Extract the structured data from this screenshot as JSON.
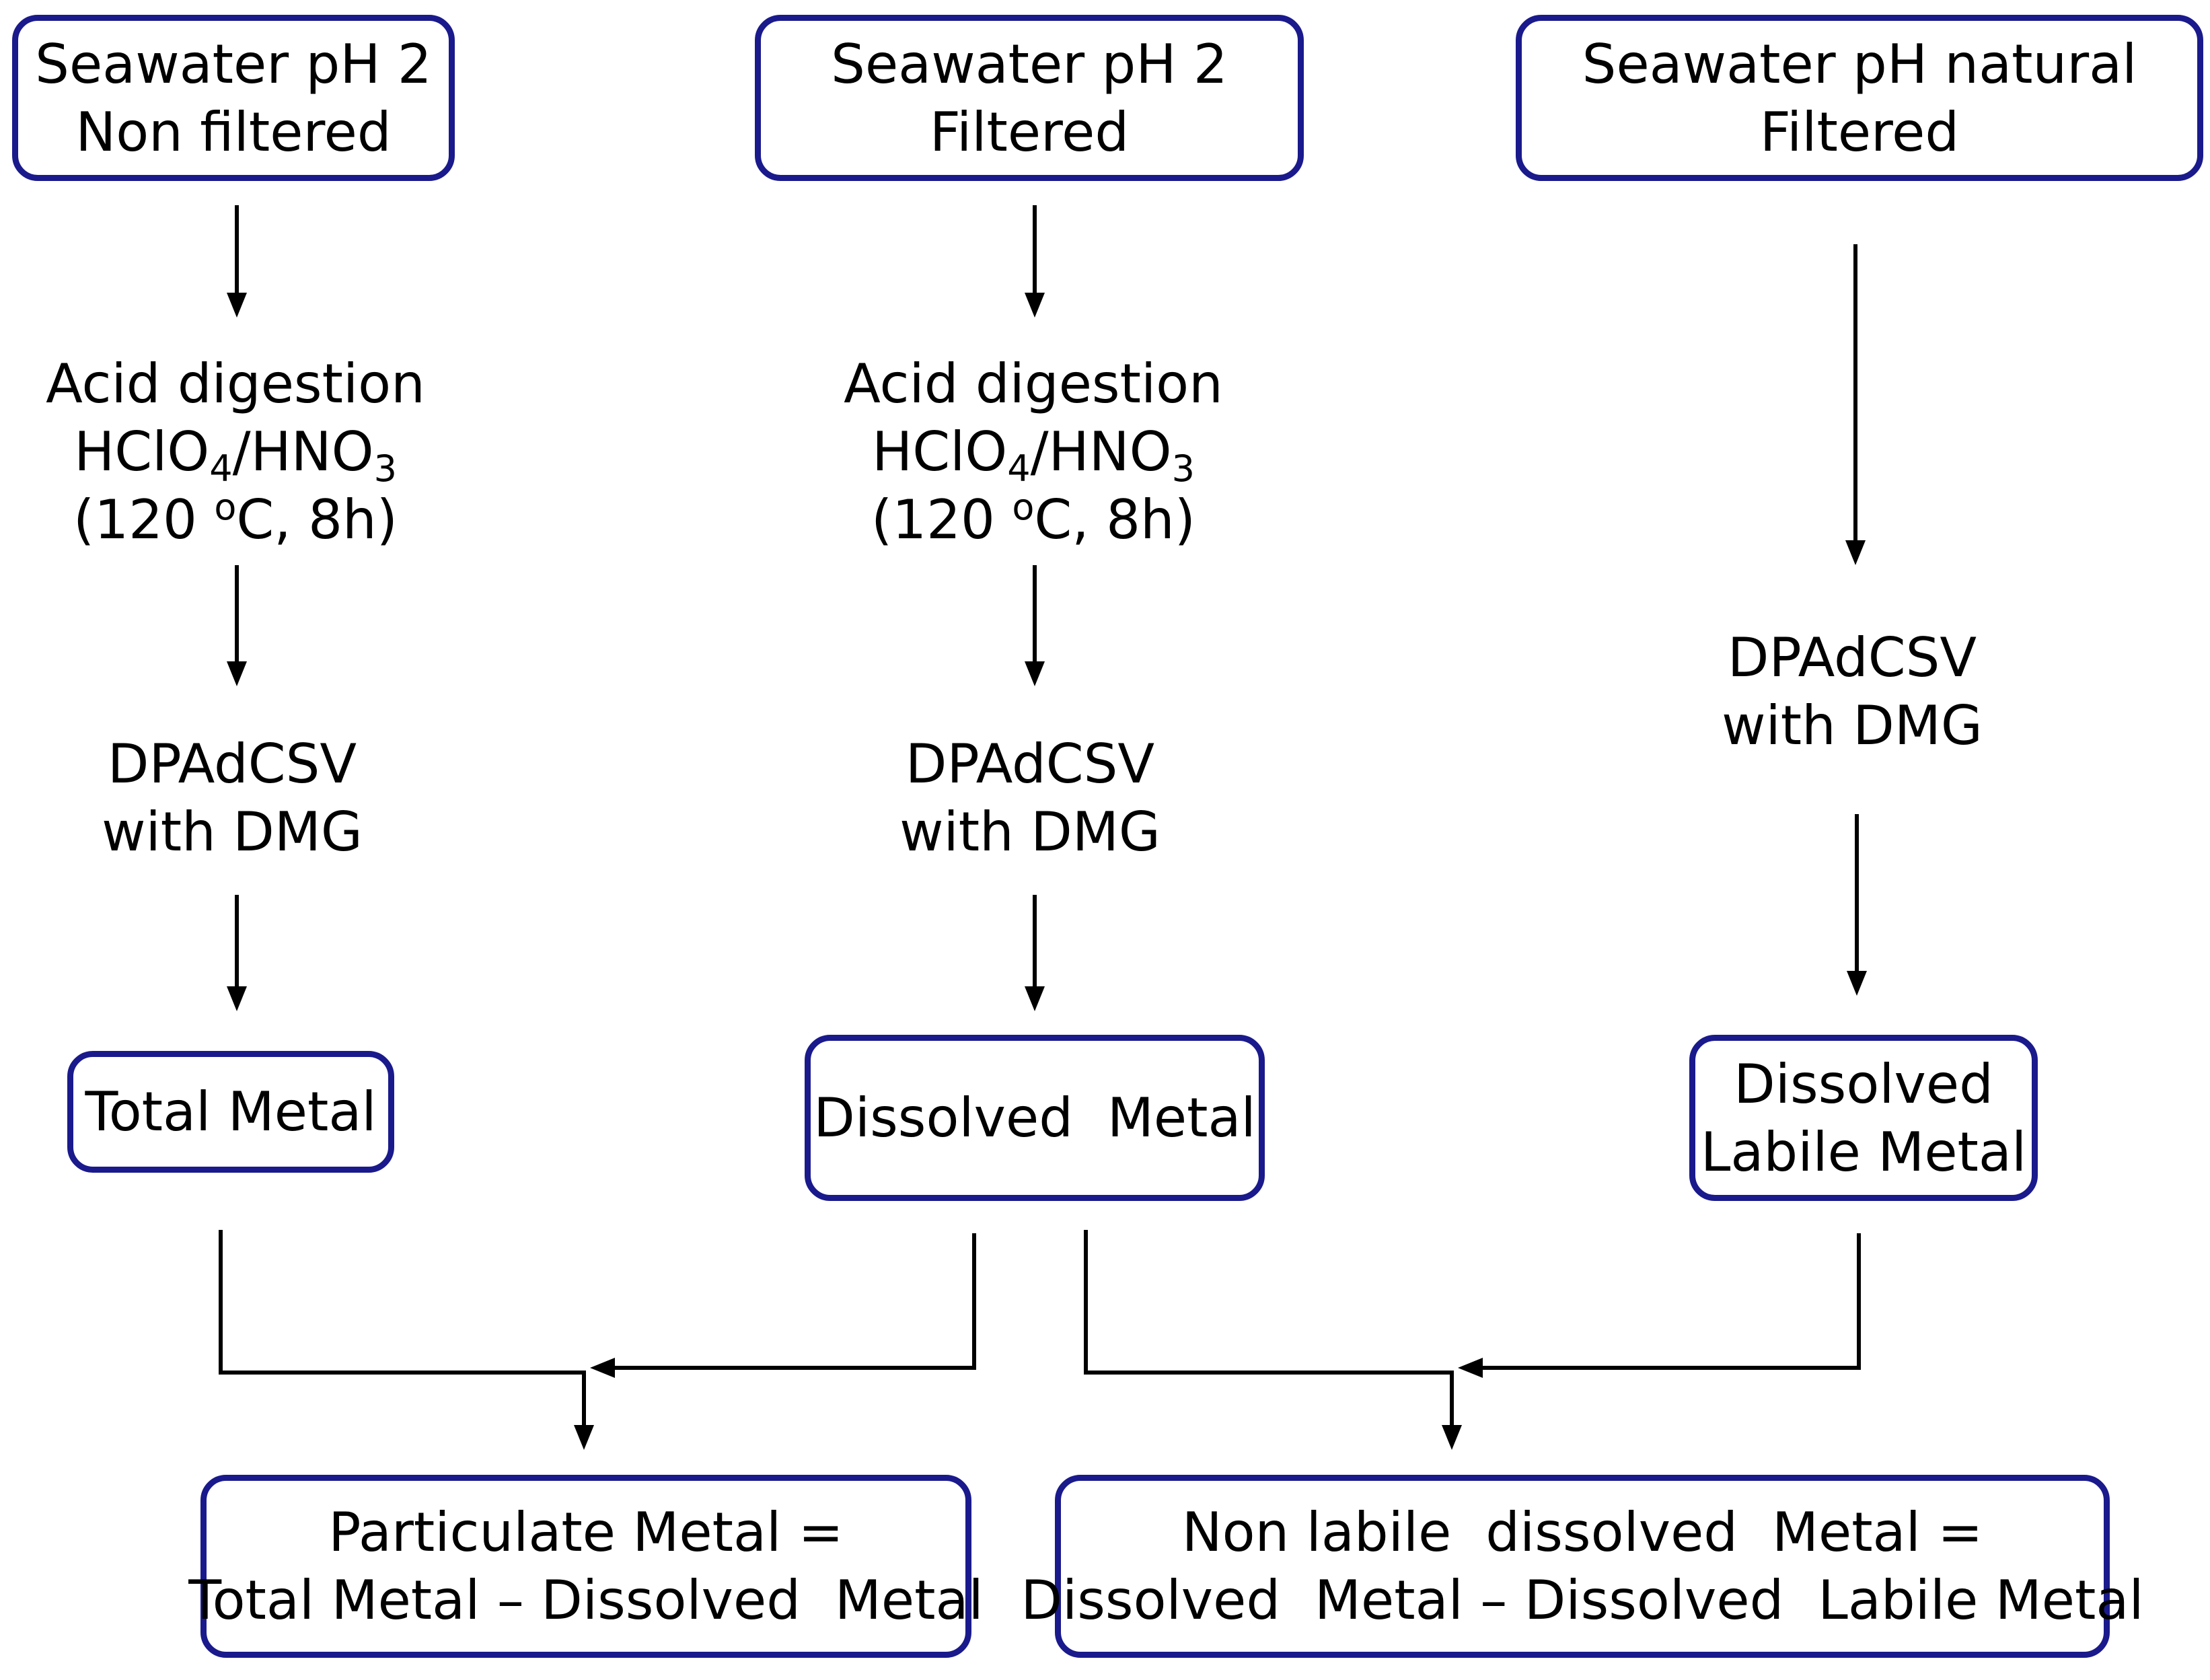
{
  "colors": {
    "box_border": "#1a1a8c",
    "arrow": "#000000",
    "text": "#000000"
  },
  "top_boxes": [
    {
      "line1": "Seawater pH 2",
      "line2": "Non filtered"
    },
    {
      "line1": "Seawater pH 2",
      "line2": "Filtered"
    },
    {
      "line1": "Seawater pH natural",
      "line2": "Filtered"
    }
  ],
  "digestion": {
    "line1": "Acid digestion",
    "reagent_a": "HClO",
    "reagent_a_sub": "4",
    "reagent_sep": "/HNO",
    "reagent_b_sub": "3",
    "cond_prefix": "(120 ",
    "cond_degree": "o",
    "cond_suffix": "C, 8h)"
  },
  "analysis": {
    "line1": "DPAdCSV",
    "line2": "with DMG"
  },
  "results": {
    "total": "Total Metal",
    "dissolved": "Dissolved  Metal",
    "labile_line1": "Dissolved",
    "labile_line2": "Labile Metal"
  },
  "bottom_boxes": [
    {
      "line1": "Particulate Metal =",
      "line2": "Total Metal – Dissolved  Metal"
    },
    {
      "line1": "Non labile  dissolved  Metal =",
      "line2": "Dissolved  Metal – Dissolved  Labile Metal"
    }
  ]
}
